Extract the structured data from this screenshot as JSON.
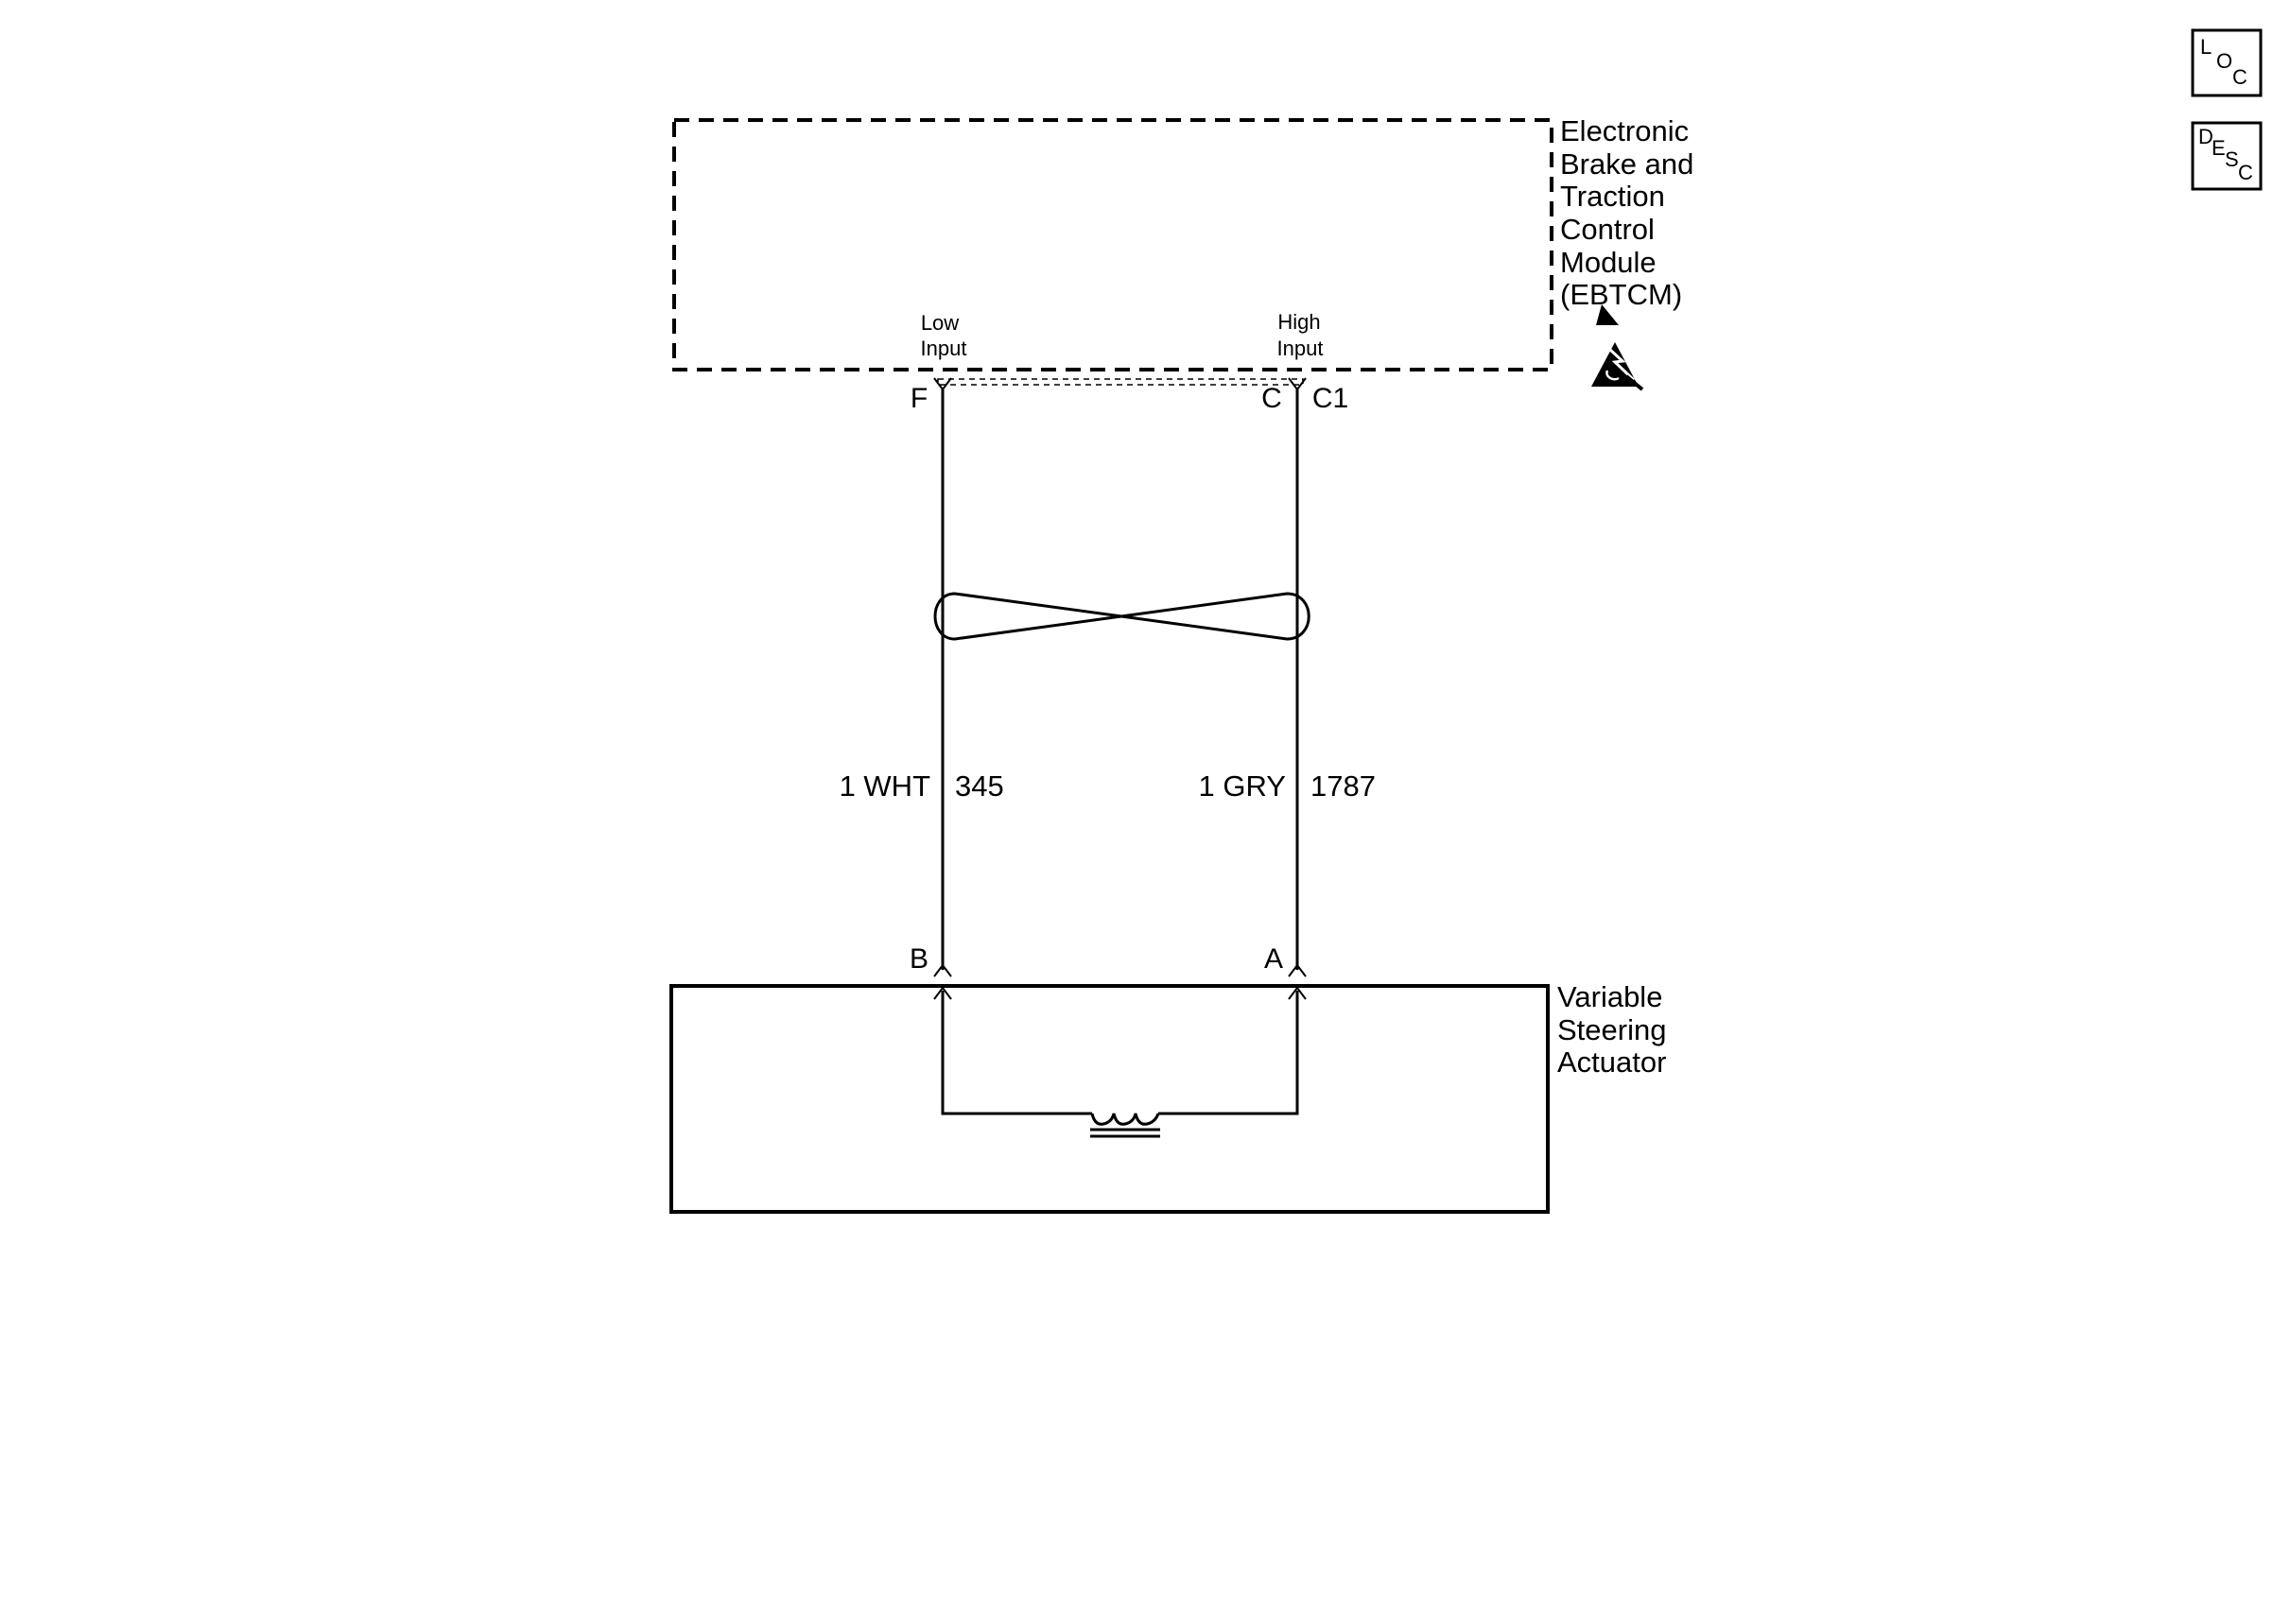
{
  "ebtcm": {
    "label_lines": [
      "Electronic",
      "Brake and",
      "Traction",
      "Control",
      "Module",
      "(EBTCM)"
    ],
    "low_input_lines": [
      "Low",
      "Input"
    ],
    "high_input_lines": [
      "High",
      "Input"
    ],
    "pin_low": "F",
    "pin_high": "C",
    "connector_id": "C1",
    "esd_icon": "electrostatic-discharge-warning"
  },
  "wires": {
    "low": {
      "size_color": "1 WHT",
      "circuit": "345"
    },
    "high": {
      "size_color": "1 GRY",
      "circuit": "1787"
    },
    "twisted_pair": true
  },
  "actuator": {
    "label_lines": [
      "Variable",
      "Steering",
      "Actuator"
    ],
    "pin_low": "B",
    "pin_high": "A",
    "coil_icon": "solenoid-coil"
  },
  "icons": {
    "loc": {
      "letters": [
        "L",
        "O",
        "C"
      ]
    },
    "desc": {
      "letters": [
        "D",
        "E",
        "S",
        "C"
      ]
    }
  }
}
